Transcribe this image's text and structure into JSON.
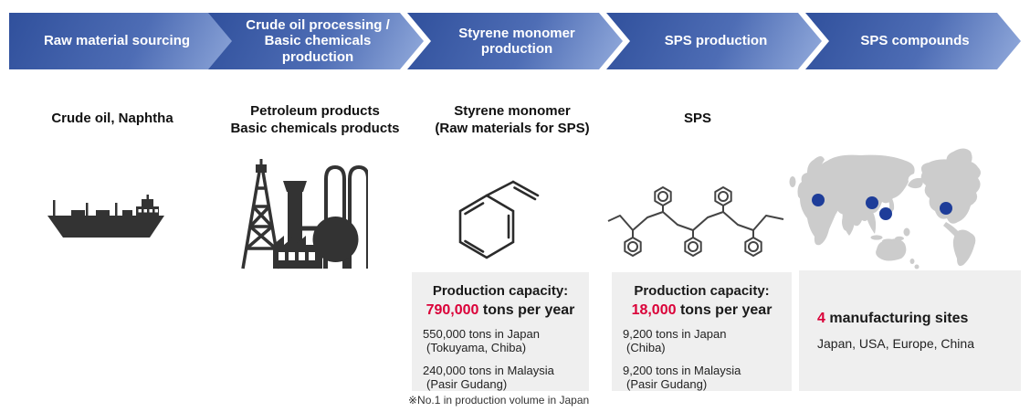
{
  "banner": {
    "steps": [
      {
        "label": "Raw material sourcing"
      },
      {
        "label": "Crude oil processing /\nBasic chemicals\nproduction"
      },
      {
        "label": "Styrene monomer\nproduction"
      },
      {
        "label": "SPS production"
      },
      {
        "label": "SPS compounds"
      }
    ]
  },
  "columns": [
    {
      "caption": "Crude oil, Naphtha",
      "icon": "tanker-ship-icon"
    },
    {
      "caption": "Petroleum products\nBasic chemicals products",
      "icon": "oil-refinery-icon"
    },
    {
      "caption": "Styrene monomer\n(Raw materials for SPS)",
      "icon": "styrene-structure-icon"
    },
    {
      "caption": "SPS",
      "icon": "sps-polymer-structure-icon"
    },
    {
      "caption": "",
      "icon": "world-map-icon"
    }
  ],
  "boxes": [
    {
      "title": "Production capacity:",
      "highlight": "790,000",
      "unit": " tons per year",
      "details": [
        {
          "line1": "550,000 tons in Japan",
          "line2": "(Tokuyama, Chiba)"
        },
        {
          "line1": "240,000 tons in Malaysia",
          "line2": "(Pasir Gudang)"
        }
      ]
    },
    {
      "title": "Production capacity:",
      "highlight": "18,000",
      "unit": " tons per year",
      "details": [
        {
          "line1": "9,200 tons in Japan",
          "line2": "(Chiba)"
        },
        {
          "line1": "9,200 tons in Malaysia",
          "line2": "(Pasir Gudang)"
        }
      ]
    },
    {
      "highlight": "4",
      "unit": " manufacturing sites",
      "subtitle": "Japan, USA, Europe, China"
    }
  ],
  "map": {
    "sites": [
      "Europe",
      "China",
      "Japan",
      "USA"
    ]
  },
  "footnote": "※No.1 in production volume in Japan",
  "colors": {
    "arrow_gradient_start": "#30509c",
    "arrow_gradient_end": "#93abdc",
    "accent_red": "#da0038",
    "box_background": "#efefef",
    "icon_dark": "#333333",
    "map_land": "#cccccc",
    "site_marker_blue": "#1e3d99"
  }
}
